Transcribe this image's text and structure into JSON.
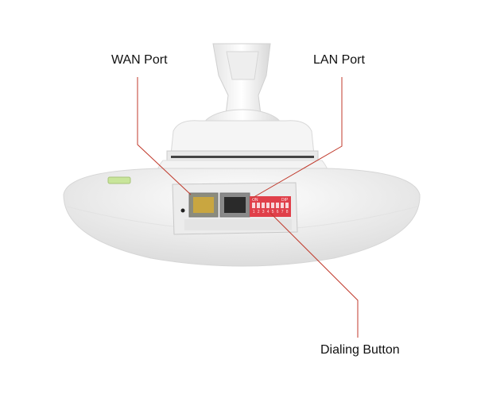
{
  "labels": {
    "wan": "WAN Port",
    "lan": "LAN Port",
    "dialing": "Dialing Button"
  },
  "dip_switch": {
    "on_text": "ON",
    "brand_text": "DIP",
    "numbers": [
      "1",
      "2",
      "3",
      "4",
      "5",
      "6",
      "7",
      "8"
    ]
  },
  "colors": {
    "callout_line": "#c0392b",
    "device_body": "#f2f2f2",
    "dip_switch": "#e0404a",
    "wan_port": "#b89a3a",
    "lan_port": "#2a2a2a"
  }
}
